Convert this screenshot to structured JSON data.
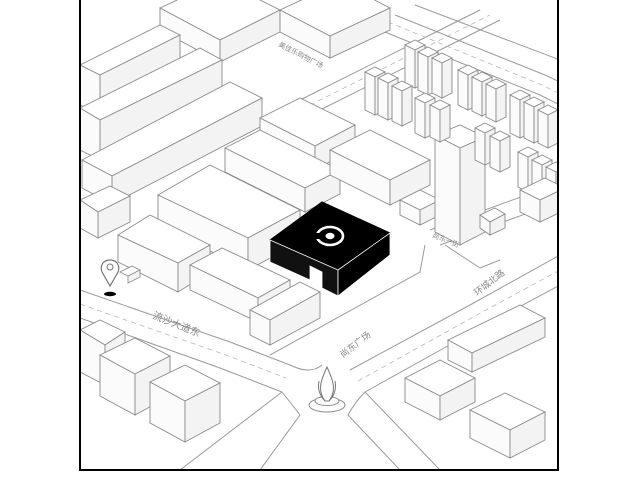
{
  "map": {
    "labels": {
      "jiangnan_plaza": "美佳乐购物广场",
      "liusha_road": "流沙大道东",
      "shangdong_plaza": "尚东广场",
      "huancheng_road": "环城北路",
      "shangdong_street": "尚东一街"
    },
    "colors": {
      "road": "#9a9a9a",
      "building_outline": "#8a8a8a",
      "highlight": "#000000",
      "frame": "#000000"
    },
    "icons": {
      "marker": "map-pin-icon",
      "brand": "target-logo-icon",
      "monument": "torch-monument-icon"
    }
  }
}
